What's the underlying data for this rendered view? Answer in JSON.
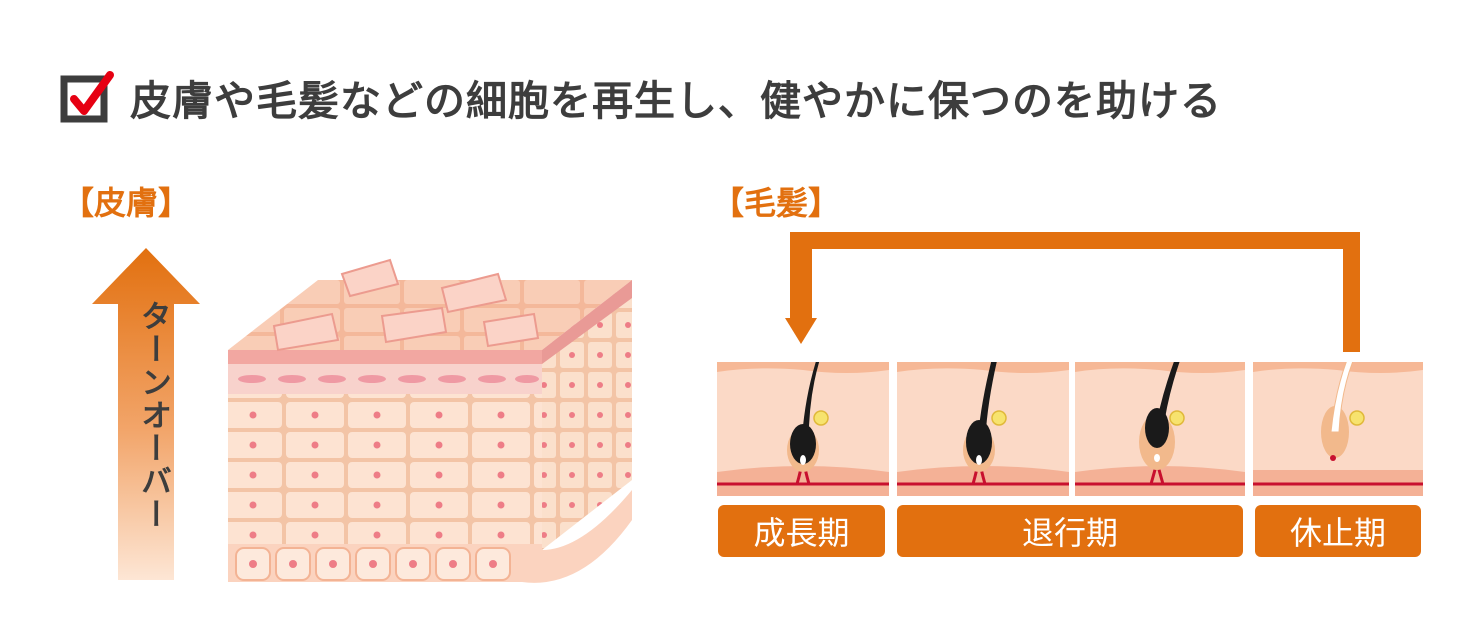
{
  "header": {
    "title": "皮膚や毛髪などの細胞を再生し、健やかに保つのを助ける",
    "check_icon": "checkbox-checked-icon",
    "check_color": "#e60012"
  },
  "skin": {
    "label": "【皮膚】",
    "arrow_label": "ターンオーバー",
    "arrow_icon": "up-arrow-icon"
  },
  "hair": {
    "label": "【毛髪】",
    "cycle_arrow_icon": "cycle-arrow-icon",
    "phases": [
      {
        "label": "成長期"
      },
      {
        "label": "退行期"
      },
      {
        "label": "休止期"
      }
    ]
  },
  "colors": {
    "accent": "#e2700f",
    "text": "#3d3d3d",
    "skin_light": "#fbd9c6",
    "skin_mid": "#f6b896",
    "vessel": "#c8102e"
  }
}
